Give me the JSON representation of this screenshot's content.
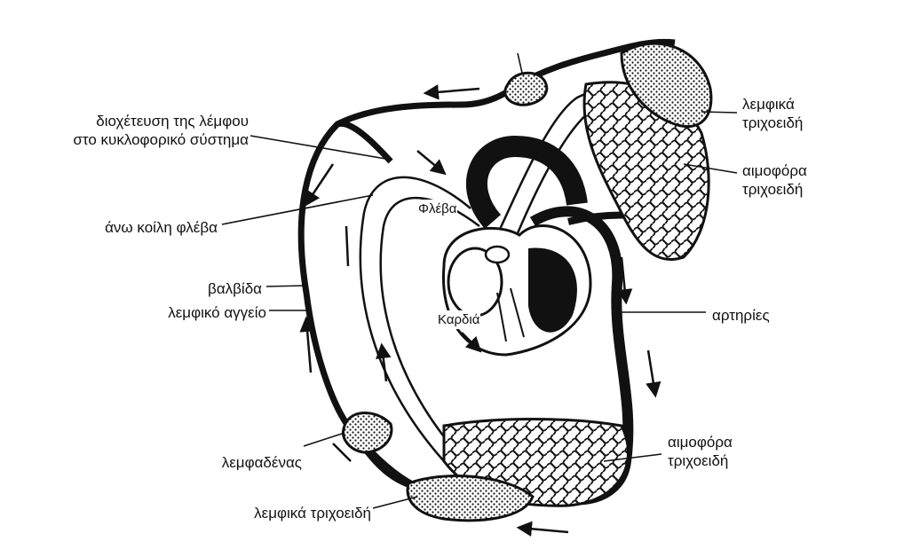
{
  "colors": {
    "ink": "#111111",
    "paper": "#ffffff",
    "node_fill": "#dcdcdc"
  },
  "labels": {
    "lymph_drainage_line1": "διοχέτευση της λέμφου",
    "lymph_drainage_line2": "στο κυκλοφορικό  σύστημα",
    "superior_vena_cava": "άνω κοίλη φλέβα",
    "valve": "βαλβίδα",
    "lymph_vessel": "λεμφικό αγγείο",
    "lymph_node": "λεμφαδένας",
    "lymph_capillaries_bottom": "λεμφικά τριχοειδή",
    "lymph_capillaries_top_line1": "λεμφικά",
    "lymph_capillaries_top_line2": "τριχοειδή",
    "blood_capillaries_top_line1": "αιμοφόρα",
    "blood_capillaries_top_line2": "τριχοειδή",
    "arteries": "αρτηρίες",
    "blood_capillaries_bottom_line1": "αιμοφόρα",
    "blood_capillaries_bottom_line2": "τριχοειδή",
    "vein": "Φλέβα",
    "heart": "Καρδιά"
  }
}
